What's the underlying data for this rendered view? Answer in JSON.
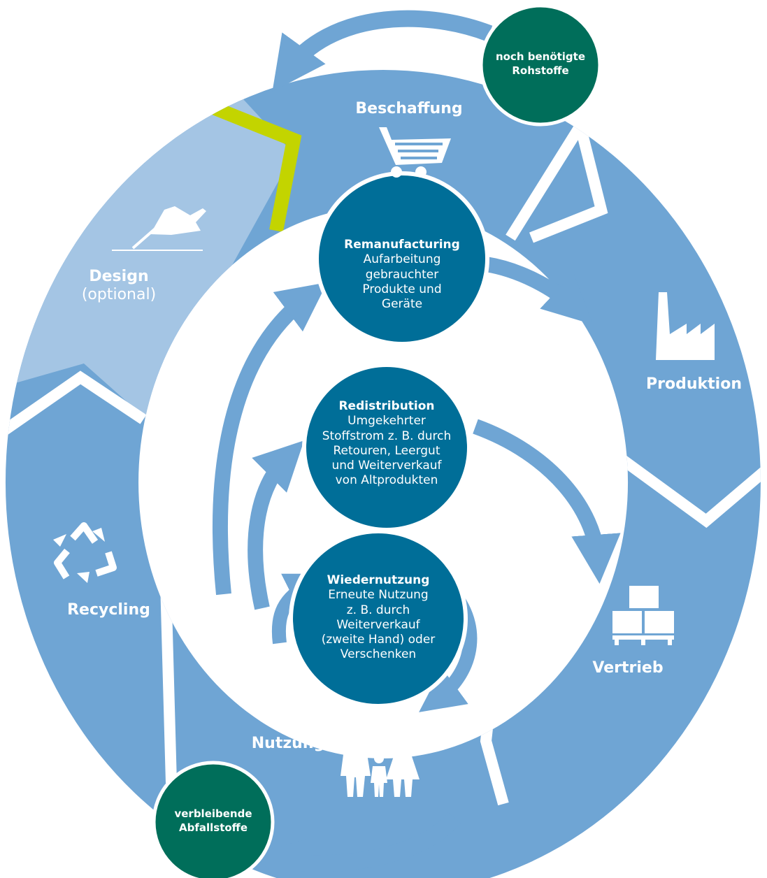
{
  "colors": {
    "segment": "#6fa5d4",
    "segment_light": "#a4c5e4",
    "segment_edge": "#ffffff",
    "inner_circle": "#006e98",
    "outer_circle": "#006e5a",
    "accent": "#c3d400",
    "arrow": "#6fa5d4"
  },
  "segments": {
    "beschaffung": {
      "title": "Beschaffung",
      "icon": "shopping-cart-icon"
    },
    "produktion": {
      "title": "Produktion",
      "icon": "factory-icon"
    },
    "vertrieb": {
      "title": "Vertrieb",
      "icon": "pallet-boxes-icon"
    },
    "nutzung": {
      "title": "Nutzung",
      "icon": "family-icon"
    },
    "recycling": {
      "title": "Recycling",
      "icon": "recycle-icon"
    },
    "design": {
      "title": "Design",
      "subtitle": "(optional)",
      "icon": "hand-pen-icon"
    }
  },
  "circles": {
    "remanufacturing": {
      "title": "Remanufacturing",
      "text": [
        "Aufarbeitung",
        "gebrauchter",
        "Produkte und",
        "Geräte"
      ]
    },
    "redistribution": {
      "title": "Redistribution",
      "text": [
        "Umgekehrter",
        "Stoffstrom z. B. durch",
        "Retouren, Leergut",
        "und Weiterverkauf",
        "von Altprodukten"
      ]
    },
    "wiedernutzung": {
      "title": "Wiedernutzung",
      "text": [
        "Erneute Nutzung",
        "z. B. durch",
        "Weiterverkauf",
        "(zweite Hand) oder",
        "Verschenken"
      ]
    }
  },
  "outer_circles": {
    "top": {
      "lines": [
        "noch benötigte",
        "Rohstoffe"
      ]
    },
    "bottom": {
      "lines": [
        "verbleibende",
        "Abfallstoffe"
      ]
    }
  }
}
